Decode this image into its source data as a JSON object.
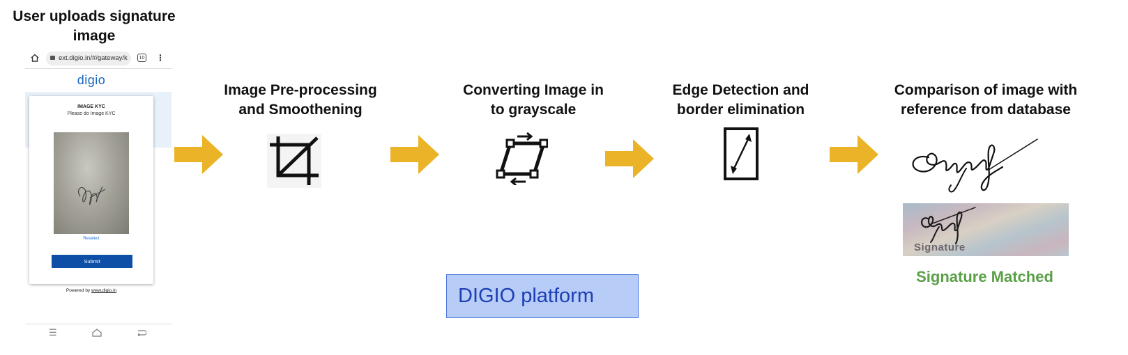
{
  "steps": [
    {
      "title_line1": "User uploads signature",
      "title_line2": "image"
    },
    {
      "title_line1": "Image Pre-processing",
      "title_line2": "and Smoothening"
    },
    {
      "title_line1": "Converting Image in",
      "title_line2": "to grayscale"
    },
    {
      "title_line1": "Edge Detection and",
      "title_line2": "border elimination"
    },
    {
      "title_line1": "Comparison of image with",
      "title_line2": "reference from database"
    }
  ],
  "phone": {
    "url": "ext.digio.in/#/gateway/k",
    "tab_count": "10",
    "brand": "digio",
    "card_title": "IMAGE KYC",
    "card_subtitle": "Please do Image KYC",
    "reselect_label": "Reselect",
    "submit_label": "Submit",
    "powered_by_prefix": "Powered by",
    "powered_by_link": "www.digio.in"
  },
  "platform_label": "DIGIO platform",
  "result_label": "Signature Matched",
  "reference_label": "Signature",
  "colors": {
    "arrow": "#ebb327",
    "platform_fill": "#b8ccf8",
    "platform_text": "#1c3fb4",
    "matched_text": "#5aa047",
    "brand_blue": "#1565c0",
    "submit_blue": "#0d4ea6"
  },
  "icons": [
    "crop-icon",
    "rotate-transform-icon",
    "resize-diagonal-icon",
    "signature-image"
  ]
}
